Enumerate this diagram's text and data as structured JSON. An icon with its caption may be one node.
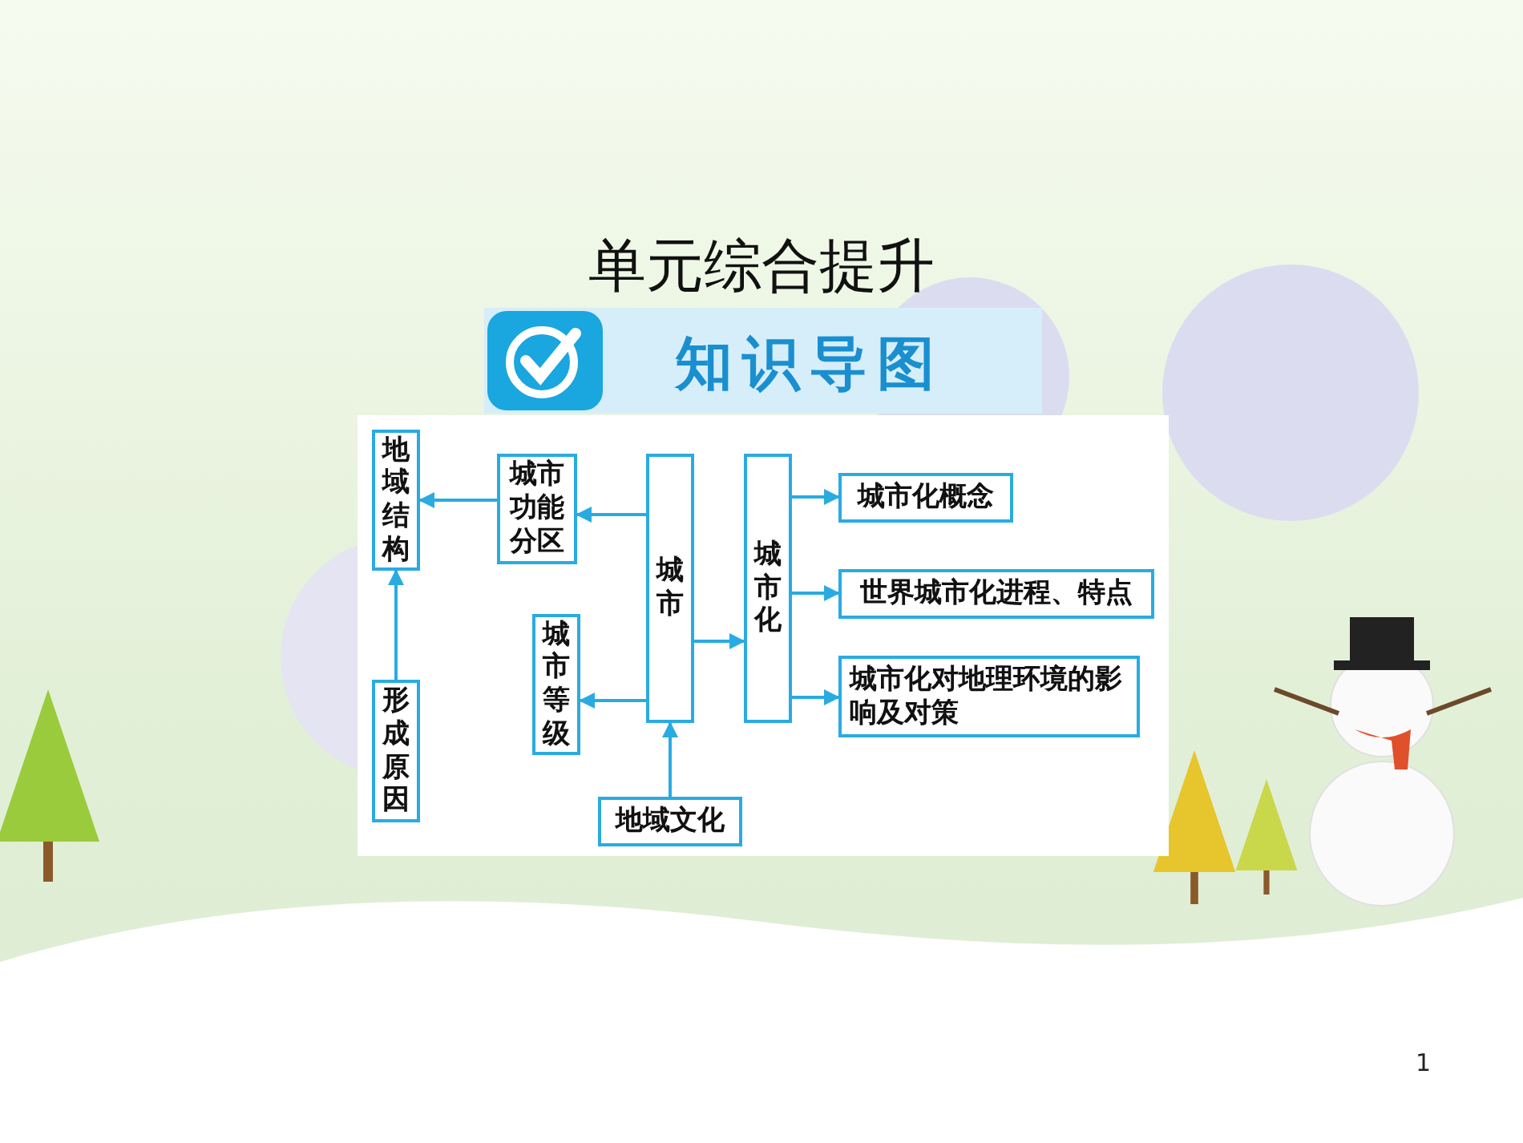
{
  "diagram": {
    "title": "单元综合提升",
    "nodes": [
      {
        "text": [
          "地域结构"
        ]
      },
      {
        "text": [
          "城市功能分区"
        ]
      },
      {
        "text": [
          "城市"
        ]
      },
      {
        "text": [
          "城市化"
        ]
      },
      {
        "text": [
          "城市化概念"
        ]
      },
      {
        "text": [
          "世界城市化进程、特点"
        ]
      },
      {
        "text": [
          "城市化对地理环境的影响及对策"
        ]
      },
      {
        "text": [
          "城市等级"
        ]
      },
      {
        "text": [
          "形成原因"
        ]
      },
      {
        "text": [
          "地域文化"
        ]
      }
    ],
    "edges": [
      {
        "from": 1,
        "to": 0,
        "arrow": "to"
      },
      {
        "from": 2,
        "to": 1,
        "arrow": "to"
      },
      {
        "from": 2,
        "to": 7,
        "arrow": "to"
      },
      {
        "from": 8,
        "to": 0,
        "arrow": "to"
      },
      {
        "from": 9,
        "to": 2,
        "arrow": "to"
      },
      {
        "from": 2,
        "to": 3,
        "arrow": "to"
      },
      {
        "from": 3,
        "to": 4,
        "arrow": "to"
      },
      {
        "from": 3,
        "to": 5,
        "arrow": "to"
      },
      {
        "from": 3,
        "to": 6,
        "arrow": "to"
      }
    ],
    "labels": [
      "知识导图",
      "1"
    ]
  }
}
